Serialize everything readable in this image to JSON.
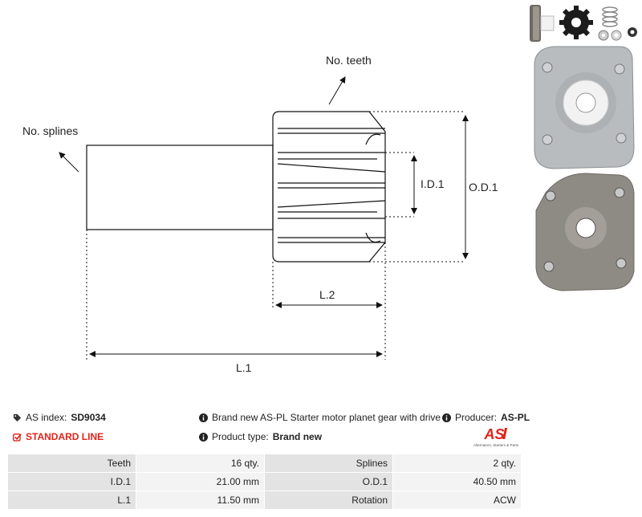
{
  "drawing": {
    "labels": {
      "no_teeth": "No. teeth",
      "no_splines": "No. splines",
      "id1": "I.D.1",
      "od1": "O.D.1",
      "l2": "L.2",
      "l1": "L.1"
    }
  },
  "photos": [
    {
      "name": "parts-kit-photo"
    },
    {
      "name": "gear-plate-front-photo"
    },
    {
      "name": "gear-plate-back-photo"
    }
  ],
  "info": {
    "as_index_label": "AS index:",
    "as_index_value": "SD9034",
    "line_label": "STANDARD LINE",
    "description": "Brand new AS-PL Starter motor planet gear with drive",
    "product_type_label": "Product type:",
    "product_type_value": "Brand new",
    "producer_label": "Producer:",
    "producer_value": "AS-PL"
  },
  "logo": {
    "mark": "AS",
    "tagline": "Alternators, Starters & Parts"
  },
  "specs": [
    {
      "label1": "Teeth",
      "value1": "16 qty.",
      "label2": "Splines",
      "value2": "2 qty."
    },
    {
      "label1": "I.D.1",
      "value1": "21.00 mm",
      "label2": "O.D.1",
      "value2": "40.50 mm"
    },
    {
      "label1": "L.1",
      "value1": "11.50 mm",
      "label2": "Rotation",
      "value2": "ACW"
    }
  ],
  "colors": {
    "accent_red": "#e2231a",
    "table_label_bg": "#e3e3e3",
    "table_value_bg": "#f3f3f3"
  }
}
